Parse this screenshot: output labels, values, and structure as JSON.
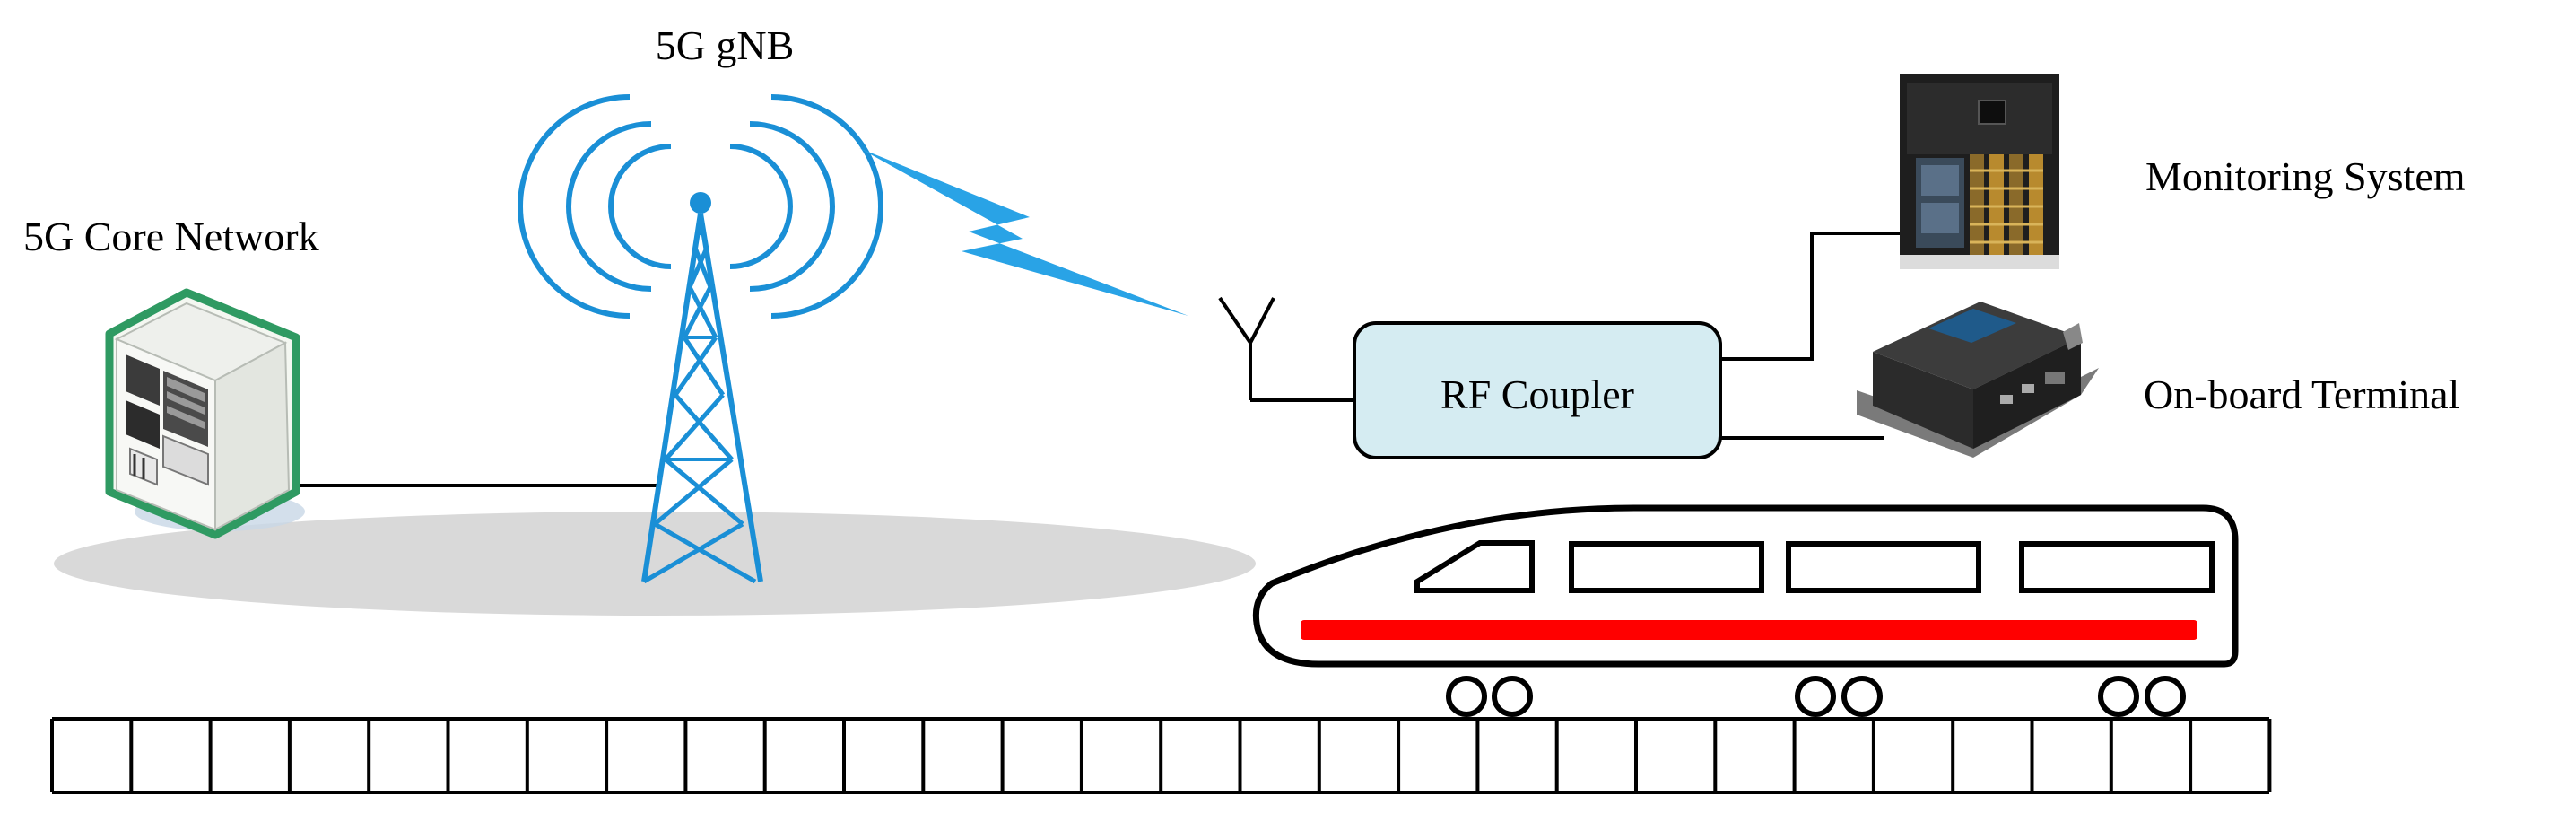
{
  "labels": {
    "gnb": "5G gNB",
    "core_network": "5G Core Network",
    "rf_coupler": "RF Coupler",
    "monitoring_system": "Monitoring System",
    "onboard_terminal": "On-board Terminal"
  },
  "colors": {
    "tower_blue": "#1a8fd6",
    "signal_blue": "#29a3e6",
    "server_green": "#2f9a62",
    "coupler_fill": "#d5ecf2",
    "ground_gray": "#d9d9d9",
    "train_stripe": "#ff0000",
    "line_black": "#000000"
  },
  "icons": {
    "server": "server-cabinet-icon",
    "tower": "cell-tower-icon",
    "lightning": "wireless-link-icon",
    "antenna": "antenna-icon",
    "monitor": "monitoring-device-icon",
    "terminal": "onboard-terminal-icon",
    "train": "high-speed-train-icon",
    "track": "railway-track"
  }
}
